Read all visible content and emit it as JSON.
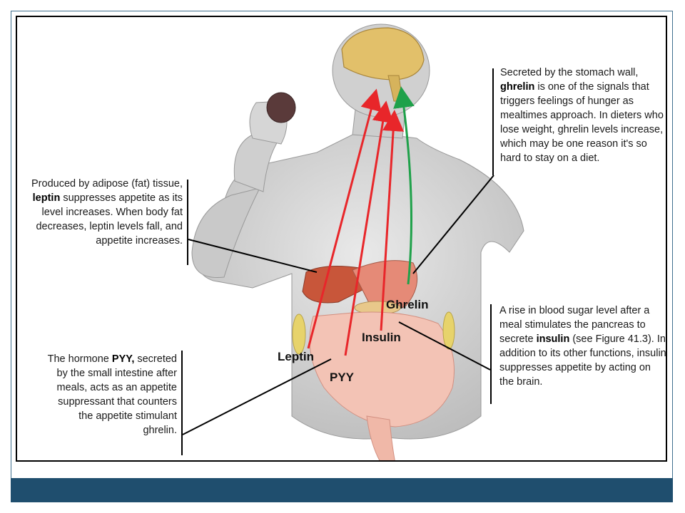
{
  "captions": {
    "ghrelin": {
      "pre": "Secreted by the stomach wall, ",
      "bold": "ghrelin",
      "post": " is one of the signals that triggers feelings of hunger as mealtimes approach. In dieters who lose weight, ghrelin levels increase, which may be one reason it's so hard to stay on a diet."
    },
    "leptin": {
      "pre": "Produced by adipose (fat) tissue, ",
      "bold": "leptin",
      "post": " suppresses appetite as its level increases. When body fat decreases, leptin levels fall, and appetite increases."
    },
    "insulin": {
      "pre": "A rise in blood sugar level after a meal stimulates the pancreas to secrete ",
      "bold": "insulin",
      "post": " (see Figure 41.3). In addition to its other functions, insulin suppresses appetite by acting on the brain."
    },
    "pyy": {
      "pre": "The hormone ",
      "bold": "PYY,",
      "post": " secreted by the small intestine after meals, acts as an appetite suppressant that counters the appetite stimulant ghrelin."
    }
  },
  "labels": {
    "ghrelin": "Ghrelin",
    "insulin": "Insulin",
    "leptin": "Leptin",
    "pyy": "PYY"
  },
  "colors": {
    "suppressant_arrow": "#e8262a",
    "stimulant_arrow": "#1fa14a",
    "footer": "#1f4e6e"
  }
}
